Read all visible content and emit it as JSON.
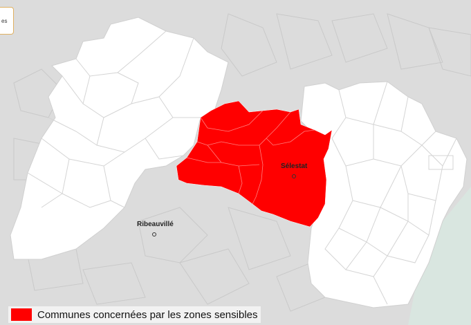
{
  "map": {
    "colors": {
      "background": "#dcdcdc",
      "commune_white": "#ffffff",
      "sensitive_zone": "#ff0000",
      "border": "#c8c8c8",
      "water": "#d9e6e0"
    },
    "cities": [
      {
        "name": "Sélestat"
      },
      {
        "name": "Ribeauvillé"
      }
    ]
  },
  "corner_tab": {
    "text": "es"
  },
  "legend": {
    "label": "Communes concernées par les zones sensibles",
    "color": "#ff0000"
  }
}
